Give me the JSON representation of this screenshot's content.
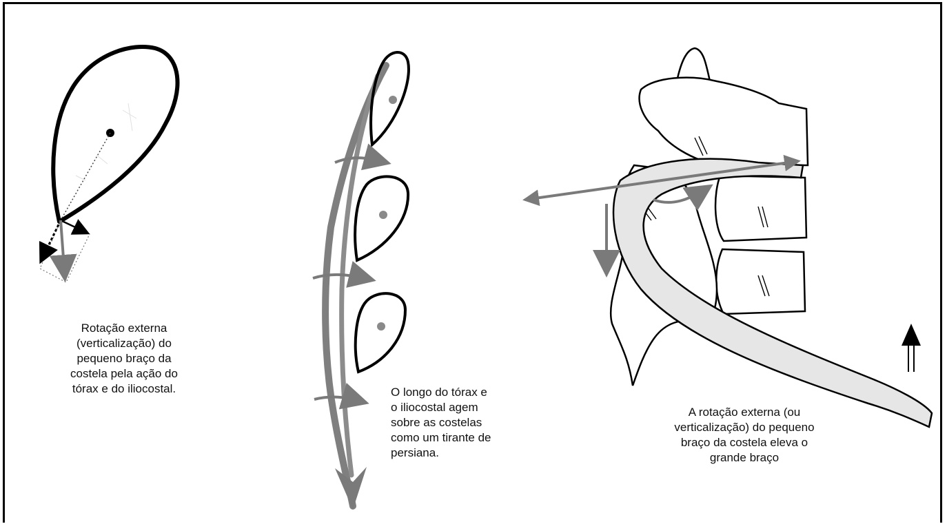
{
  "captions": {
    "left": "Rotação externa\n(verticalização) do\npequeno braço da\ncostela pela ação do\ntórax e do iliocostal.",
    "middle": "O longo do tórax e\no iliocostal agem\nsobre as costelas\ncomo um tirante de\npersiana.",
    "right": "A rotação externa (ou\nverticalização) do pequeno\nbraço da costela eleva o\ngrande braço"
  },
  "colors": {
    "outline": "#000000",
    "muscle_arrow": "#7a7a7a",
    "rib_fill": "#e6e6e6",
    "bone_fill": "#ffffff",
    "center_dot": "#8a8a8a"
  },
  "icons": {
    "rib_loop_large": "rib-cross-section-loop",
    "rib_loops_small": "rib-cross-section-loops",
    "vertebral_column": "thoracic-vertebrae-with-rib",
    "elevation_arrow": "double-line-up-arrow"
  }
}
